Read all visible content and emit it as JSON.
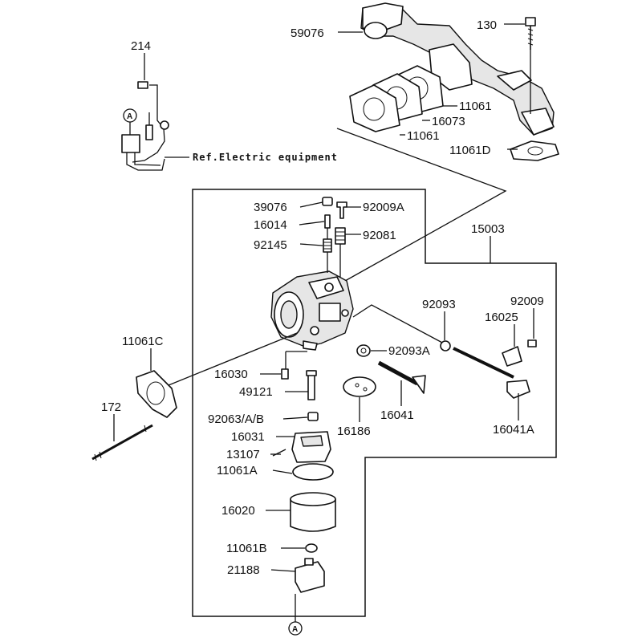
{
  "labels": {
    "p59076": "59076",
    "p130": "130",
    "p11061_a": "11061",
    "p16073": "16073",
    "p11061_b": "11061",
    "p11061D": "11061D",
    "p214": "214",
    "ref_electric": "Ref.Electric equipment",
    "p39076": "39076",
    "p92009A": "92009A",
    "p16014": "16014",
    "p92145": "92145",
    "p92081": "92081",
    "p15003": "15003",
    "p92093": "92093",
    "p92009": "92009",
    "p16025": "16025",
    "p11061C": "11061C",
    "p92093A": "92093A",
    "p16030": "16030",
    "p49121": "49121",
    "p172": "172",
    "p92063": "92063/A/B",
    "p16041": "16041",
    "p16186": "16186",
    "p16041A": "16041A",
    "p16031": "16031",
    "p13107": "13107",
    "p11061A": "11061A",
    "p16020": "16020",
    "p11061B": "11061B",
    "p21188": "21188",
    "markerA_top": "A",
    "markerA_bottom": "A"
  },
  "colors": {
    "line": "#111111",
    "part_fill": "#ffffff",
    "shade": "#e6e6e6"
  }
}
